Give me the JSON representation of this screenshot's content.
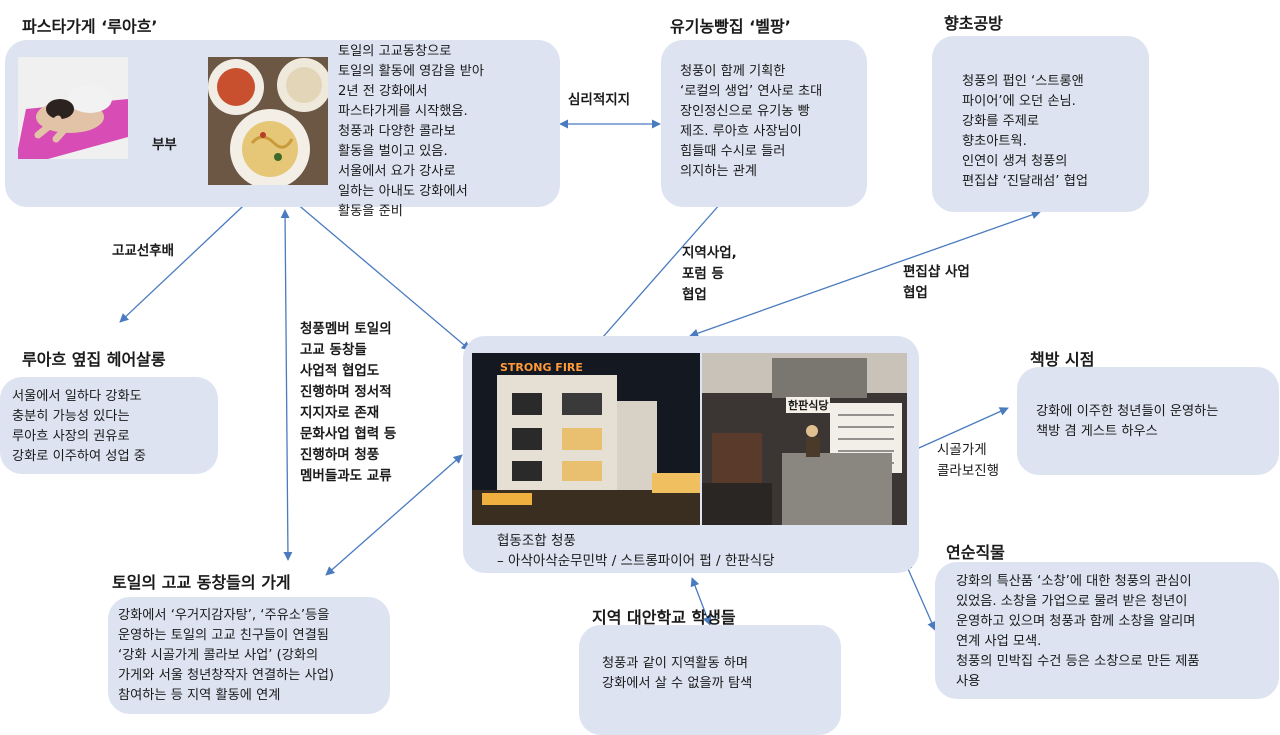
{
  "nodes": {
    "pasta": {
      "title": "파스타가게 ‘루아흐’",
      "text": "토일의 고교동창으로\n토일의 활동에 영감을 받아\n2년 전 강화에서\n파스타가게를 시작했음.\n청풍과 다양한 콜라보\n활동을 벌이고 있음.\n서울에서 요가 강사로\n일하는 아내도 강화에서\n활동을 준비"
    },
    "bakery": {
      "title": "유기농빵집 ‘벨팡’",
      "text": "청풍이 함께 기획한\n‘로컬의 생업’ 연사로 초대\n장인정신으로 유기농 빵\n제조. 루아흐 사장님이\n힘들때 수시로 들러\n의지하는 관계"
    },
    "herb": {
      "title": "향초공방",
      "text": "청풍의 펍인 ‘스트롱앤\n파이어’에 오던 손님.\n강화를 주제로\n향초아트웍.\n인연이 생겨 청풍의\n편집샵 ‘진달래섬’ 협업"
    },
    "salon": {
      "title": "루아흐 옆집 헤어살롱",
      "text": "서울에서 일하다 강화도\n충분히 가능성 있다는\n루아흐 사장의 권유로\n강화로 이주하여 성업 중"
    },
    "center": {
      "sign_strong": "STRONG FIRE",
      "sign_hanpan": "한판식당",
      "text": "협동조합 청풍\n– 아삭아삭순무민박 / 스트롱파이어 펍 / 한판식당"
    },
    "bookstore": {
      "title": "책방 시점",
      "text": "강화에 이주한 청년들이 운영하는\n책방 겸 게스트 하우스"
    },
    "friends": {
      "title": "토일의 고교 동창들의 가게",
      "text": "강화에서 ‘우거지감자탕’, ‘주유소’등을\n운영하는 토일의 고교 친구들이 연결됨\n‘강화 시골가게 콜라보 사업’ (강화의\n가게와 서울 청년창작자 연결하는 사업)\n참여하는 등 지역 활동에 연계"
    },
    "students": {
      "title": "지역 대안학교 학생들",
      "text": "청풍과 같이 지역활동 하며\n강화에서 살 수 없을까 탐색"
    },
    "yeonsun": {
      "title": "연순직물",
      "text": "강화의 특산품 ‘소창’에 대한 청풍의 관심이\n있었음. 소창을 가업으로 물려 받은 청년이\n운영하고 있으며 청풍과 함께 소창을 알리며\n연계 사업 모색.\n청풍의 민박집 수건 등은 소창으로 만든 제품\n사용"
    }
  },
  "edge_labels": {
    "couple": "부부",
    "psych": "심리적지지",
    "alumni": "고교선후배",
    "regional": "지역사업,\n포럼 등\n협업",
    "editshop": "편집샵 사업\n협업",
    "members": "청풍멤버 토일의\n고교 동창들\n사업적 협업도\n진행하며 정서적\n지지자로 존재\n문화사업 협력 등\n진행하며 청풍\n멤버들과도 교류",
    "village": "시골가게\n콜라보진행"
  },
  "colors": {
    "box_fill": "#dde3f1",
    "arrow": "#4a7bbf"
  }
}
